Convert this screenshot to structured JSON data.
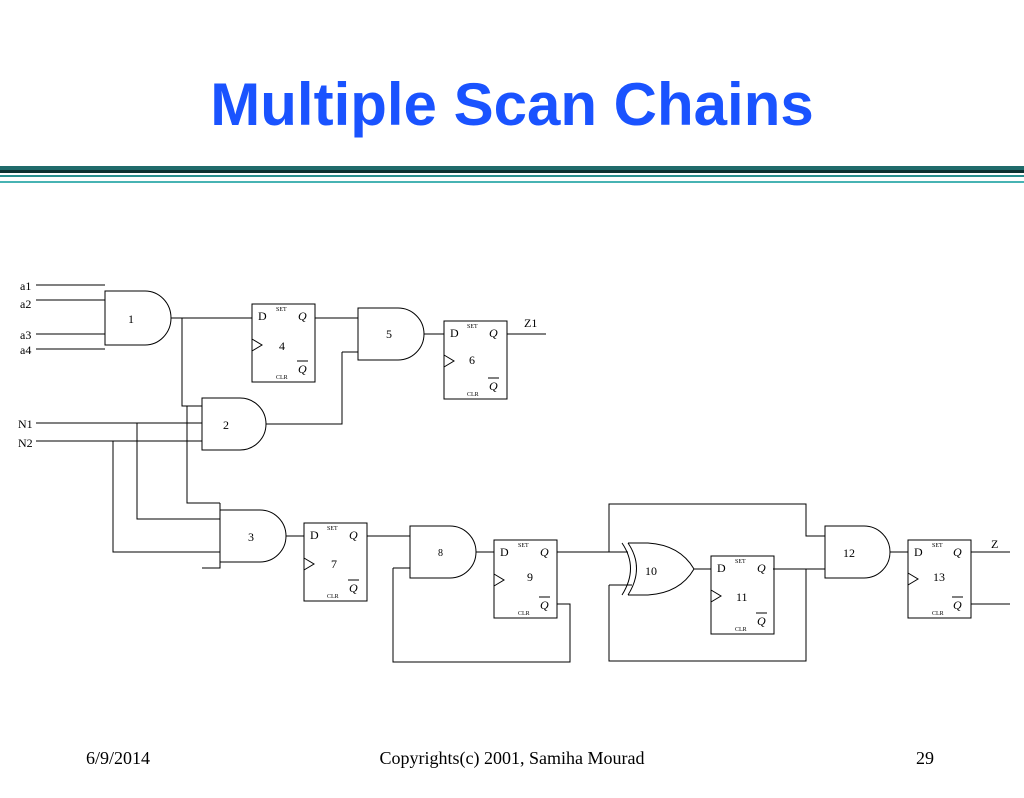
{
  "slide": {
    "title": "Multiple Scan Chains"
  },
  "footer": {
    "date": "6/9/2014",
    "copyright": "Copyrights(c) 2001, Samiha Mourad",
    "page_number": "29"
  },
  "circuit": {
    "inputs": [
      "a1",
      "a2",
      "a3",
      "a4",
      "N1",
      "N2"
    ],
    "outputs": [
      "Z1",
      "Z"
    ],
    "gates": {
      "g1": "1",
      "g2": "2",
      "g3": "3",
      "g5": "5",
      "g8": "8",
      "g10": "10",
      "g12": "12"
    },
    "flipflops": {
      "ff4": "4",
      "ff6": "6",
      "ff7": "7",
      "ff9": "9",
      "ff11": "11",
      "ff13": "13"
    },
    "ff_pins": {
      "d": "D",
      "q": "Q",
      "qbar": "Q",
      "set": "SET",
      "clr": "CLR"
    }
  }
}
